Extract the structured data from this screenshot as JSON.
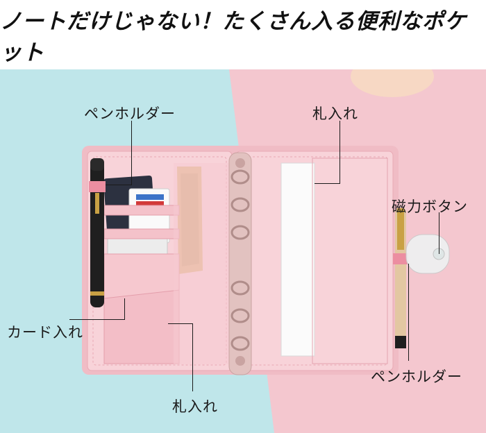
{
  "headline": "ノートだけじゃない！たくさん入る便利なポケット",
  "callouts": {
    "pen_holder_left": "ペンホルダー",
    "card_pocket": "カード入れ",
    "bill_pocket_bottom": "札入れ",
    "bill_pocket_top": "札入れ",
    "magnet_button": "磁力ボタン",
    "pen_holder_right": "ペンホルダー"
  },
  "colors": {
    "background_left": "#bfe6ea",
    "background_right": "#f4c7cf",
    "binder": "#f6cdd3",
    "accent_pink": "#ec8ea1"
  }
}
